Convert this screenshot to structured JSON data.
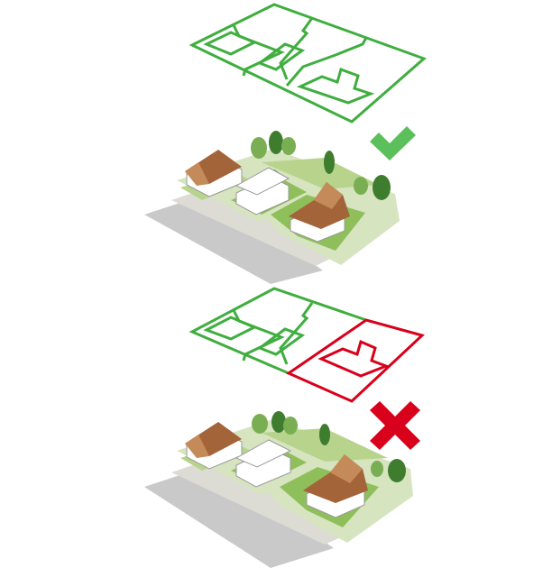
{
  "colors": {
    "valid_outline": "#3fae3f",
    "invalid_outline": "#d9001b",
    "check_mark": "#5bbf5b",
    "cross_mark": "#d9001b",
    "street": "#c9c9c9",
    "sidewalk": "#dcdcd4",
    "lawn": "#8fbf5a",
    "lawn_light": "#b8d48c",
    "lawn_pale": "#d7e4c0",
    "roof": "#a3643a",
    "roof_light": "#c58a5a",
    "wall": "#ffffff",
    "tree_dark": "#3e7c2e",
    "tree_light": "#7aae52"
  },
  "panels": [
    {
      "id": "valid-configuration",
      "status": "valid",
      "status_icon": "check-mark-icon"
    },
    {
      "id": "invalid-configuration",
      "status": "invalid",
      "status_icon": "cross-mark-icon"
    }
  ]
}
